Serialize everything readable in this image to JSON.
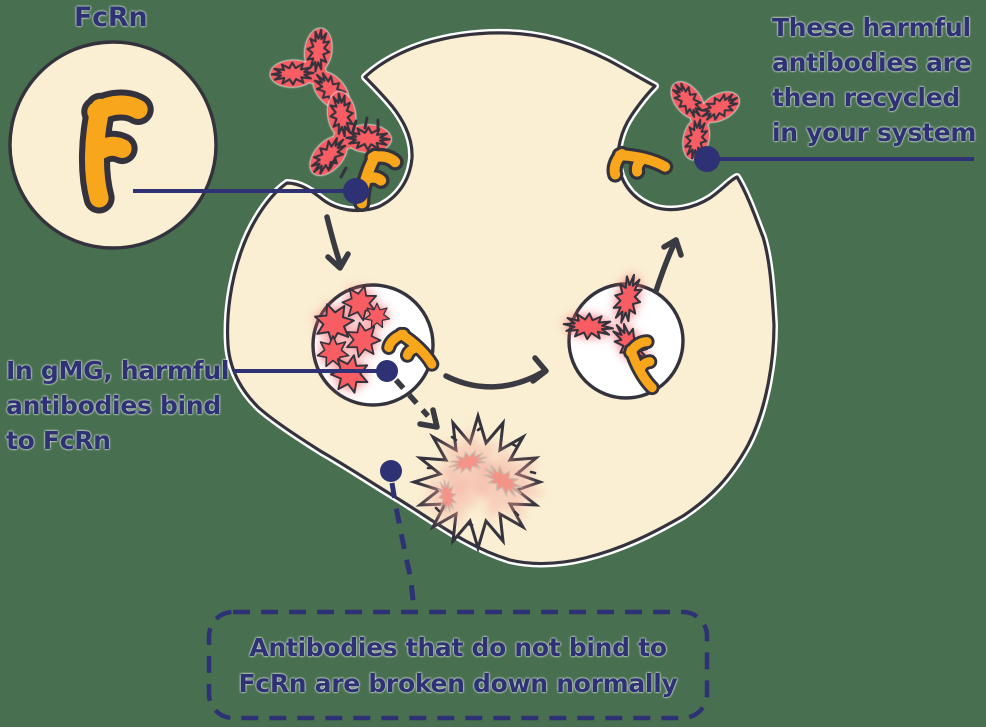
{
  "colors": {
    "bg": "#487050",
    "navy": "#2E3274",
    "outline": "#34333D",
    "arrow": "#3A3A42",
    "red": "#F75D63",
    "redSoft": "#F5928A",
    "pink": "#F8CEC4",
    "orange": "#F8A61B",
    "cream": "#FAEFD3",
    "white": "#FFFFFF"
  },
  "labels": {
    "fcrn": "FcRn",
    "recycled_lines": [
      "These harmful",
      "antibodies are",
      "then recycled",
      "in your system"
    ],
    "gmg_lines": [
      "In gMG, harmful",
      "antibodies bind",
      "to FcRn"
    ],
    "breakdown_lines": [
      "Antibodies that do not bind to",
      "FcRn are broken down normally"
    ]
  }
}
